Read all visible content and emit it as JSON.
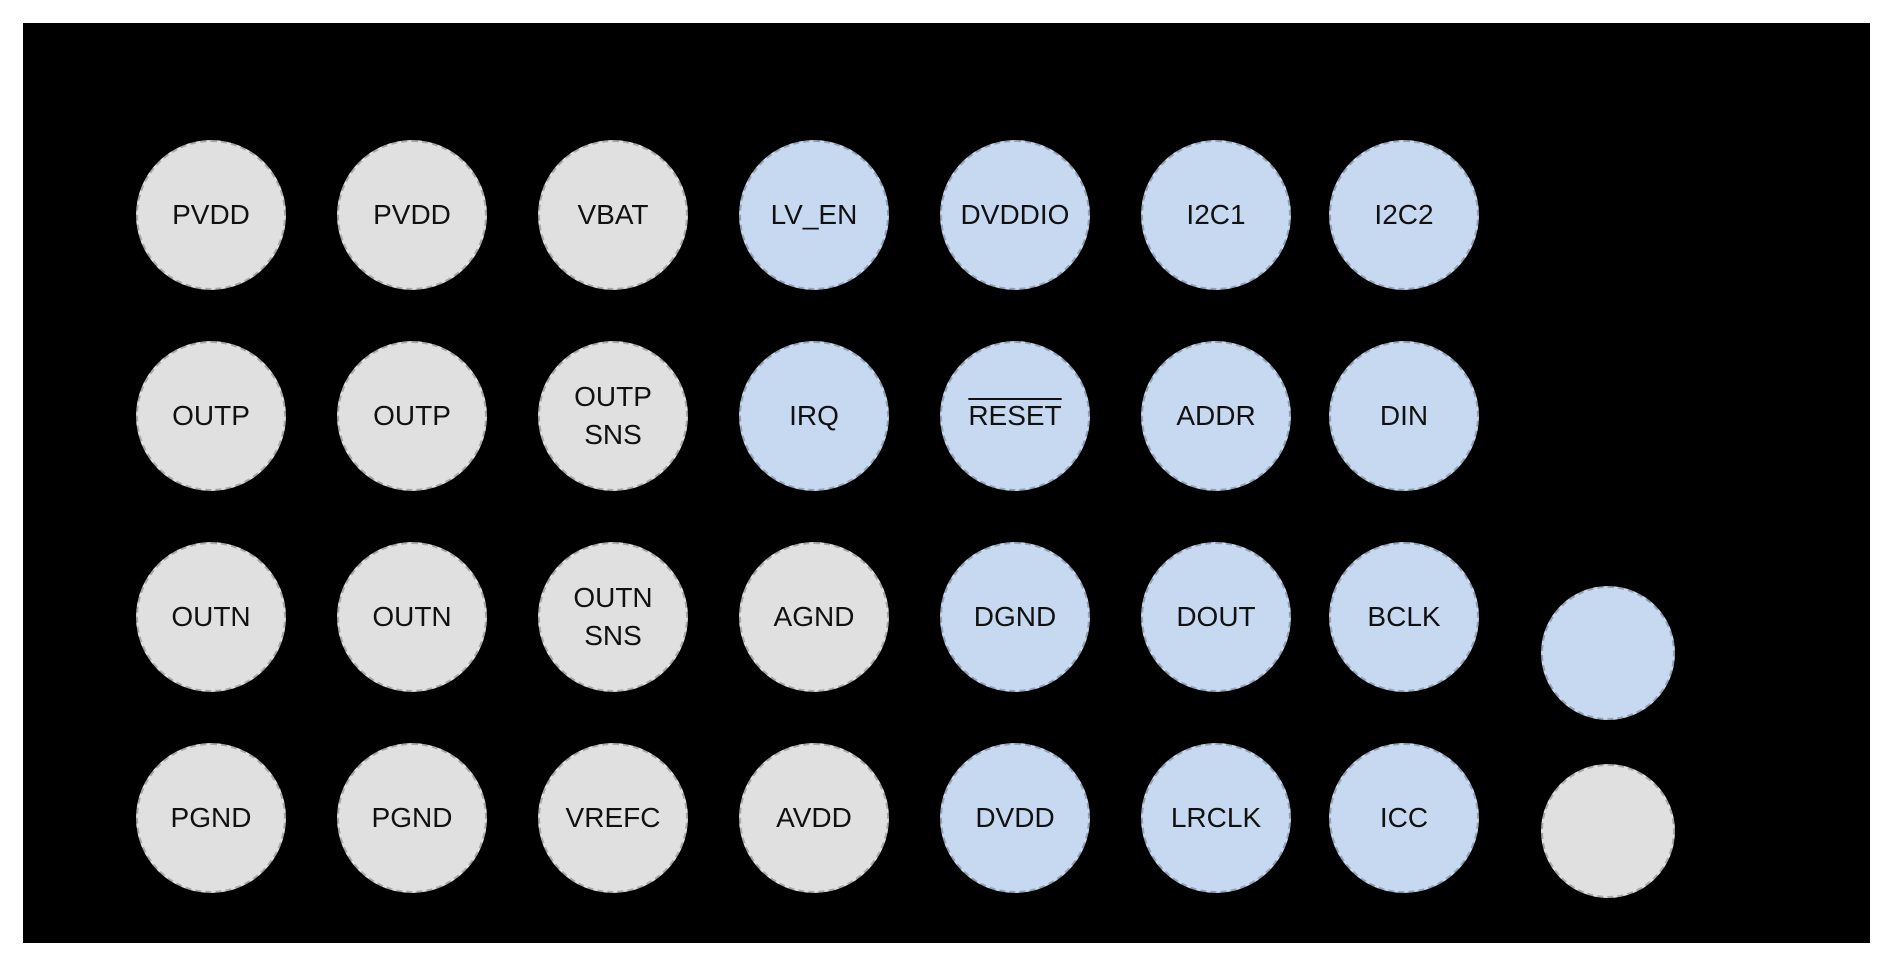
{
  "diagram": {
    "type": "pinout",
    "colors": {
      "background": "#000000",
      "analog": "#e0e0e0",
      "digital": "#c6d9f1"
    },
    "rows": [
      [
        {
          "label": [
            "PVDD"
          ],
          "type": "analog"
        },
        {
          "label": [
            "PVDD"
          ],
          "type": "analog"
        },
        {
          "label": [
            "VBAT"
          ],
          "type": "analog"
        },
        {
          "label": [
            "LV_EN"
          ],
          "type": "digital"
        },
        {
          "label": [
            "DVDDIO"
          ],
          "type": "digital"
        },
        {
          "label": [
            "I2C1"
          ],
          "type": "digital"
        },
        {
          "label": [
            "I2C2"
          ],
          "type": "digital"
        }
      ],
      [
        {
          "label": [
            "OUTP"
          ],
          "type": "analog"
        },
        {
          "label": [
            "OUTP"
          ],
          "type": "analog"
        },
        {
          "label": [
            "OUTP",
            "SNS"
          ],
          "type": "analog"
        },
        {
          "label": [
            "IRQ"
          ],
          "type": "digital"
        },
        {
          "label": [
            "RESET"
          ],
          "type": "digital",
          "overline": true
        },
        {
          "label": [
            "ADDR"
          ],
          "type": "digital"
        },
        {
          "label": [
            "DIN"
          ],
          "type": "digital"
        }
      ],
      [
        {
          "label": [
            "OUTN"
          ],
          "type": "analog"
        },
        {
          "label": [
            "OUTN"
          ],
          "type": "analog"
        },
        {
          "label": [
            "OUTN",
            "SNS"
          ],
          "type": "analog"
        },
        {
          "label": [
            "AGND"
          ],
          "type": "analog"
        },
        {
          "label": [
            "DGND"
          ],
          "type": "digital"
        },
        {
          "label": [
            "DOUT"
          ],
          "type": "digital"
        },
        {
          "label": [
            "BCLK"
          ],
          "type": "digital"
        }
      ],
      [
        {
          "label": [
            "PGND"
          ],
          "type": "analog"
        },
        {
          "label": [
            "PGND"
          ],
          "type": "analog"
        },
        {
          "label": [
            "VREFC"
          ],
          "type": "analog"
        },
        {
          "label": [
            "AVDD"
          ],
          "type": "analog"
        },
        {
          "label": [
            "DVDD"
          ],
          "type": "digital"
        },
        {
          "label": [
            "LRCLK"
          ],
          "type": "digital"
        },
        {
          "label": [
            "ICC"
          ],
          "type": "digital"
        }
      ]
    ],
    "legend": [
      {
        "type": "digital"
      },
      {
        "type": "analog"
      }
    ]
  },
  "r0": {
    "c0": "PVDD",
    "c1": "PVDD",
    "c2": "VBAT",
    "c3": "LV_EN",
    "c4": "DVDDIO",
    "c5": "I2C1",
    "c6": "I2C2"
  },
  "r1": {
    "c0": "OUTP",
    "c1": "OUTP",
    "c2a": "OUTP",
    "c2b": "SNS",
    "c3": "IRQ",
    "c4": "RESET",
    "c5": "ADDR",
    "c6": "DIN"
  },
  "r2": {
    "c0": "OUTN",
    "c1": "OUTN",
    "c2a": "OUTN",
    "c2b": "SNS",
    "c3": "AGND",
    "c4": "DGND",
    "c5": "DOUT",
    "c6": "BCLK"
  },
  "r3": {
    "c0": "PGND",
    "c1": "PGND",
    "c2": "VREFC",
    "c3": "AVDD",
    "c4": "DVDD",
    "c5": "LRCLK",
    "c6": "ICC"
  }
}
